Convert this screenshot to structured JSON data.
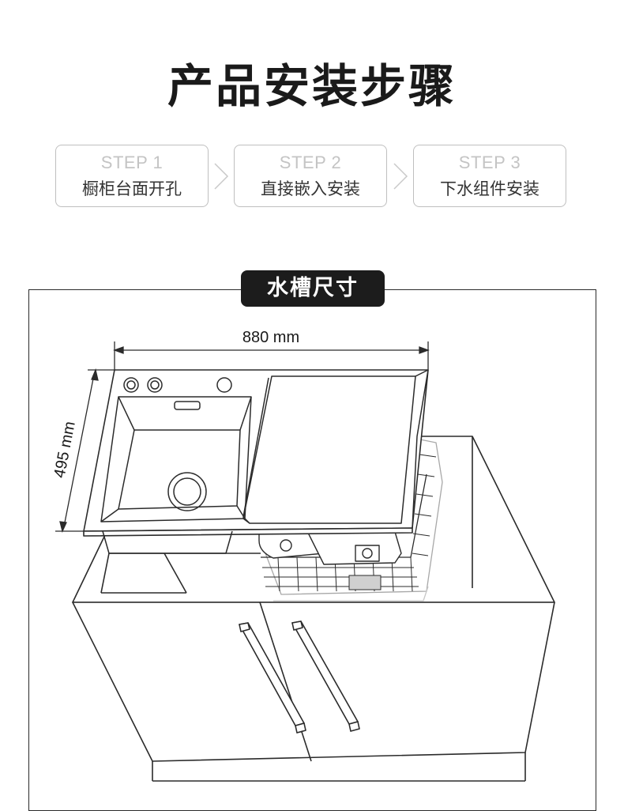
{
  "page": {
    "title": "产品安装步骤",
    "steps": [
      {
        "label": "STEP 1",
        "description": "橱柜台面开孔"
      },
      {
        "label": "STEP 2",
        "description": "直接嵌入安装"
      },
      {
        "label": "STEP 3",
        "description": "下水组件安装"
      }
    ],
    "section_label": "水槽尺寸"
  },
  "dimensions": {
    "width_label": "880 mm",
    "depth_label": "495 mm"
  },
  "colors": {
    "title": "#1a1a1a",
    "step_border": "#bfbfbf",
    "step_label": "#c4c4c4",
    "section_label_bg": "#1c1c1c",
    "line": "#2b2b2b"
  }
}
